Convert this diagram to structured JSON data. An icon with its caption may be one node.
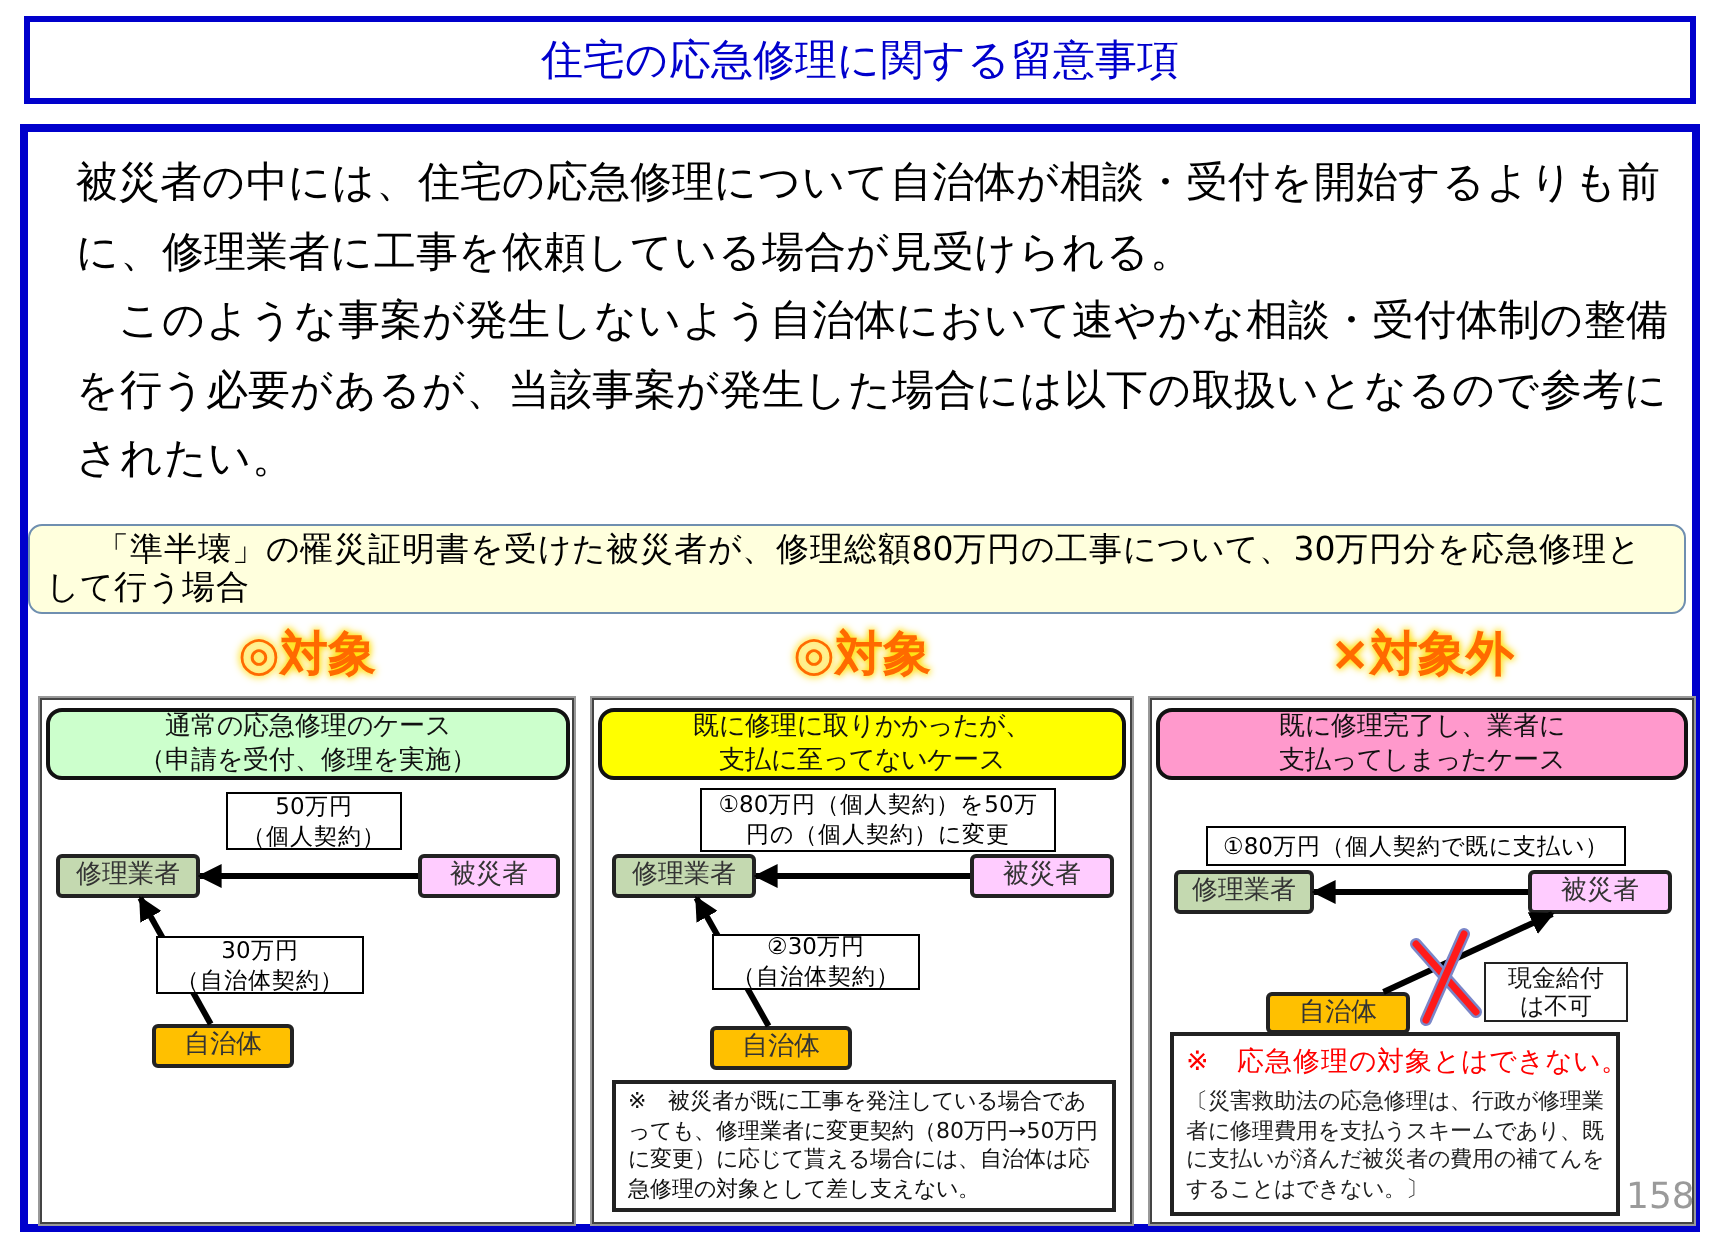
{
  "diagram": {
    "title": "住宅の応急修理に関する留意事項",
    "nodes": [
      {
        "text": [
          "被災者の中には、住宅の応急修理について自治体が相談・受付を開始するよりも前に、修理業者に工事を依頼している場合が見受けられる。",
          "このような事案が発生しないよう自治体において速やかな相談・受付体制の整備を行う必要があるが、当該事案が発生した場合には以下の取扱いとなるので参考にされたい。"
        ]
      },
      {
        "text": [
          "「準半壊」の罹災証明書を受けた被災者が、修理総額80万円の工事について、30万円分を応急修理として行う場合"
        ],
        "in": 0
      },
      {
        "text": [],
        "shape": "box",
        "in": 0,
        "beside": [
          "◎対象"
        ]
      },
      {
        "text": [
          "通常の応急修理のケース（申請を受付、修理を実施）"
        ],
        "in": 2
      },
      {
        "text": [
          "修理業者"
        ],
        "in": 2
      },
      {
        "text": [
          "被災者"
        ],
        "in": 2
      },
      {
        "text": [
          "自治体"
        ],
        "in": 2
      },
      {
        "text": [],
        "shape": "box",
        "in": 0,
        "beside": [
          "◎対象"
        ]
      },
      {
        "text": [
          "既に修理に取りかかったが、支払に至ってないケース"
        ],
        "in": 7
      },
      {
        "text": [
          "修理業者"
        ],
        "in": 7
      },
      {
        "text": [
          "被災者"
        ],
        "in": 7
      },
      {
        "text": [
          "自治体"
        ],
        "in": 7
      },
      {
        "text": [
          "※　被災者が既に工事を発注している場合であっても、修理業者に変更契約（80万円→50万円に変更）に応じて貰える場合には、自治体は応急修理の対象として差し支えない。"
        ],
        "in": 7
      },
      {
        "text": [],
        "shape": "box",
        "in": 0,
        "beside": [
          "×対象外"
        ]
      },
      {
        "text": [
          "既に修理完了し、業者に支払ってしまったケース"
        ],
        "in": 13
      },
      {
        "text": [
          "修理業者"
        ],
        "in": 13
      },
      {
        "text": [
          "被災者"
        ],
        "in": 13
      },
      {
        "text": [
          "自治体"
        ],
        "in": 13
      },
      {
        "text": [
          "現金給付は不可"
        ],
        "in": 13
      },
      {
        "text": [
          "※　応急修理の対象とはできない。",
          "〔災害救助法の応急修理は、行政が修理業者に修理費用を支払うスキームであり、既に支払いが済んだ被災者の費用の補てんをすることはできない。〕"
        ],
        "in": 13
      }
    ],
    "edges": [
      {
        "from": 5,
        "to": 4,
        "arrow": "to",
        "label": "50万円（個人契約）"
      },
      {
        "from": 6,
        "to": 4,
        "arrow": "to",
        "label": "30万円（自治体契約）"
      },
      {
        "from": 10,
        "to": 9,
        "arrow": "to",
        "label": "①80万円（個人契約）を50万円の（個人契約）に変更"
      },
      {
        "from": 11,
        "to": 9,
        "arrow": "to",
        "label": "②30万円（自治体契約）"
      },
      {
        "from": 16,
        "to": 15,
        "arrow": "to",
        "label": "①80万円（個人契約で既に支払い）"
      },
      {
        "from": 17,
        "to": 16,
        "arrow": "to"
      }
    ],
    "labels": [
      "158"
    ]
  }
}
